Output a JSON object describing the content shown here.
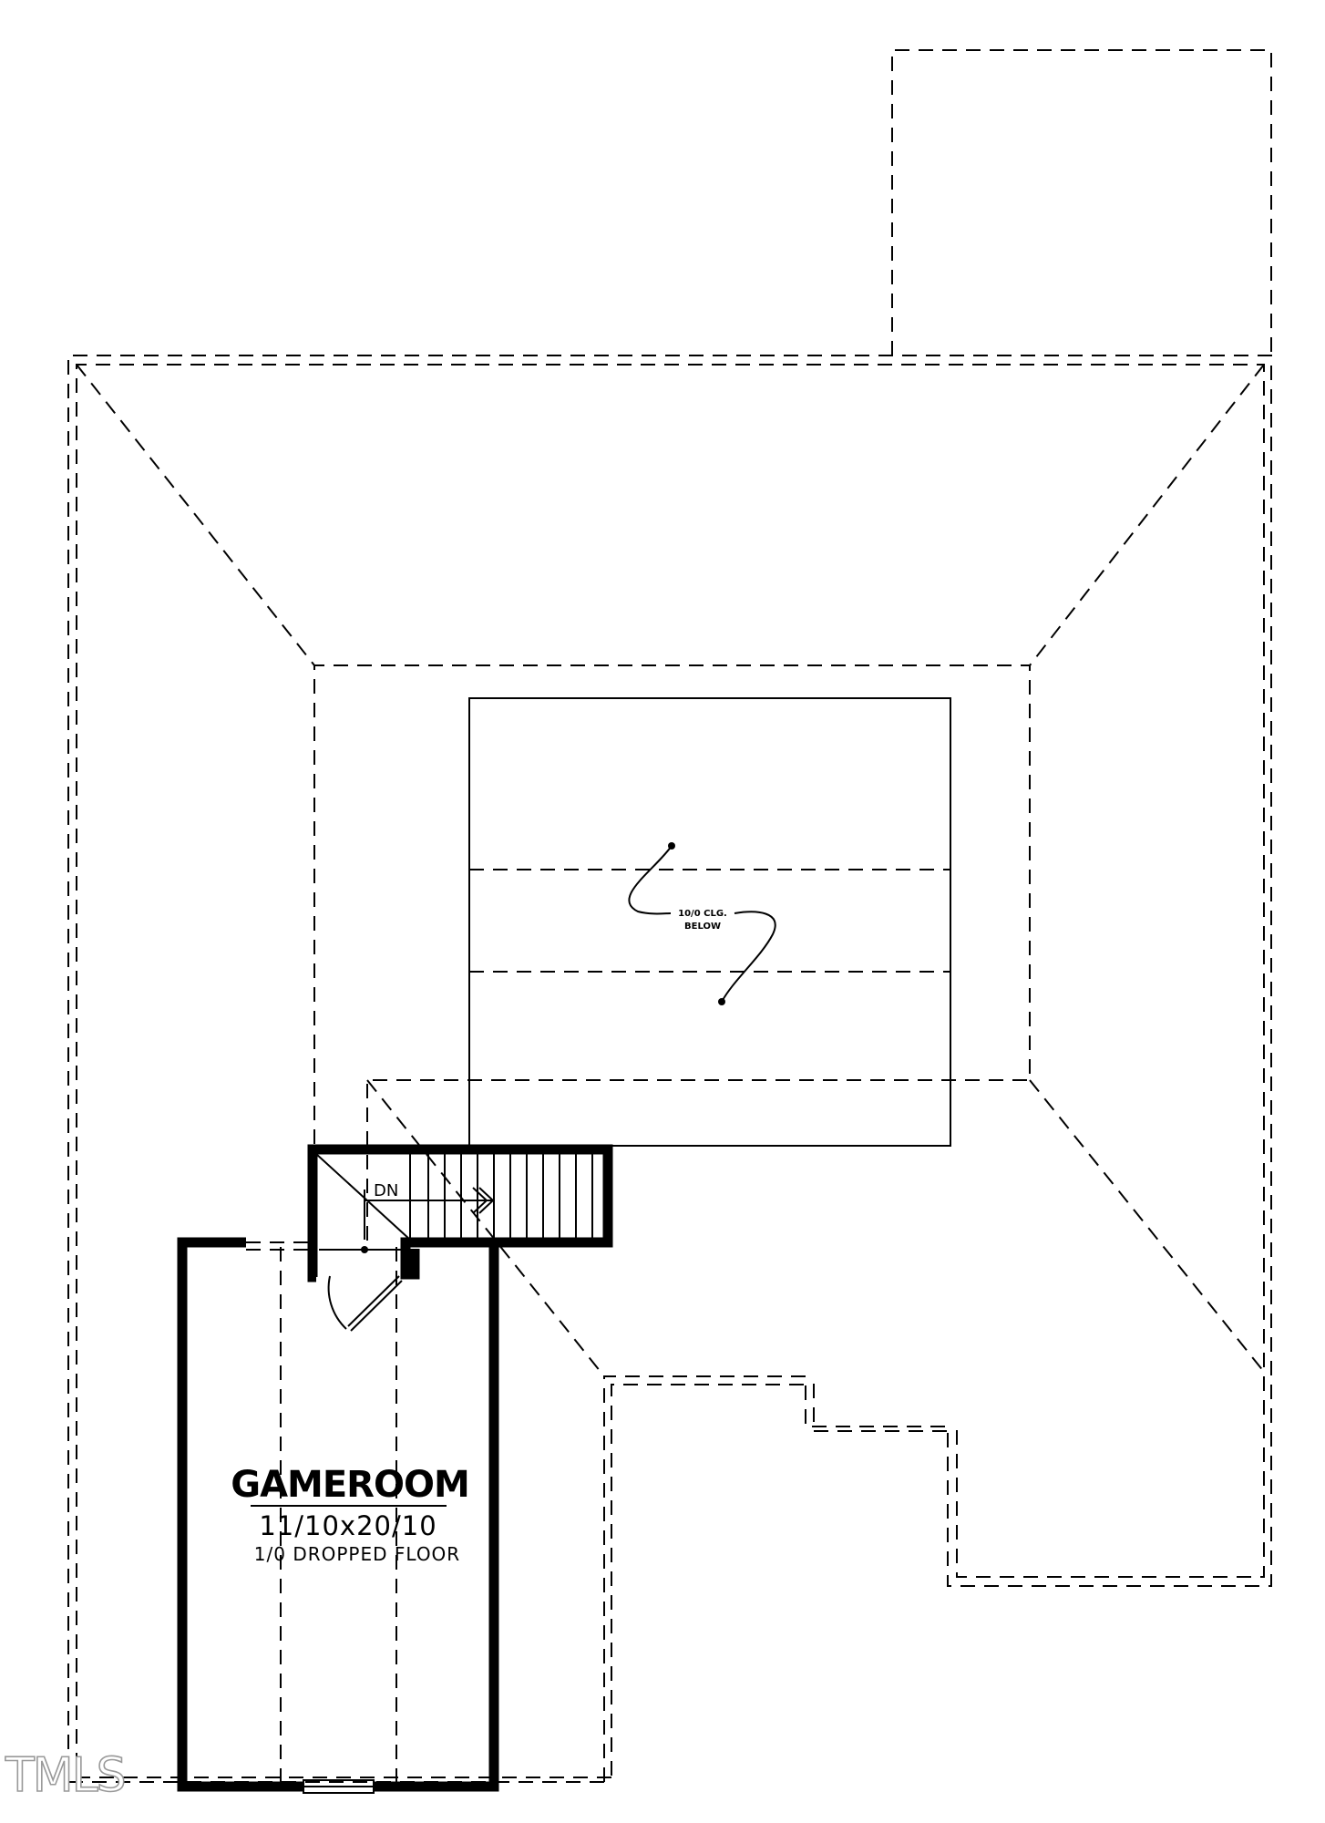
{
  "plan": {
    "room": {
      "name": "GAMEROOM",
      "dimensions": "11/10x20/10",
      "note": "1/0 DROPPED FLOOR"
    },
    "ceiling_note": {
      "line1": "10/0 CLG.",
      "line2": "BELOW"
    },
    "stair_label": "DN",
    "watermark": "TMLS"
  }
}
